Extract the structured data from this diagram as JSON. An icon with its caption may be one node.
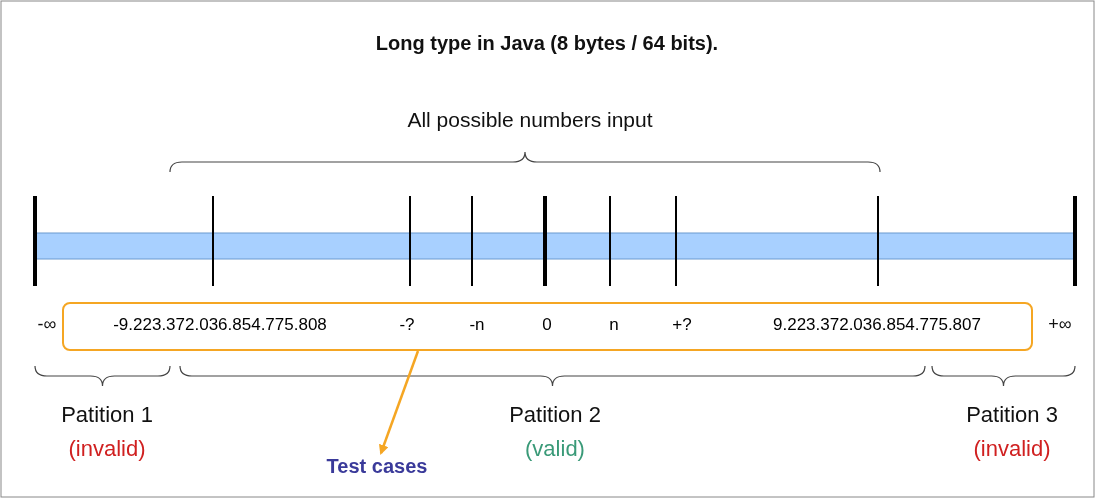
{
  "diagram": {
    "title": "Long type in Java (8 bytes / 64 bits).",
    "nodes": [
      {
        "text": [
          "-9.223.372.036.854.775.808",
          "-?",
          "-n",
          "0",
          "n",
          "+?",
          "9.223.372.036.854.775.807"
        ]
      },
      {
        "text": [
          "Test cases"
        ]
      }
    ],
    "edges": [
      {
        "from": 0,
        "to": 1,
        "arrow": "to",
        "color": "#f5a623"
      }
    ],
    "labels": [
      "All possible numbers input",
      "-∞",
      "+∞",
      "Patition 1",
      "(invalid)",
      "Patition 2",
      "(valid)",
      "Patition 3",
      "(invalid)"
    ]
  }
}
